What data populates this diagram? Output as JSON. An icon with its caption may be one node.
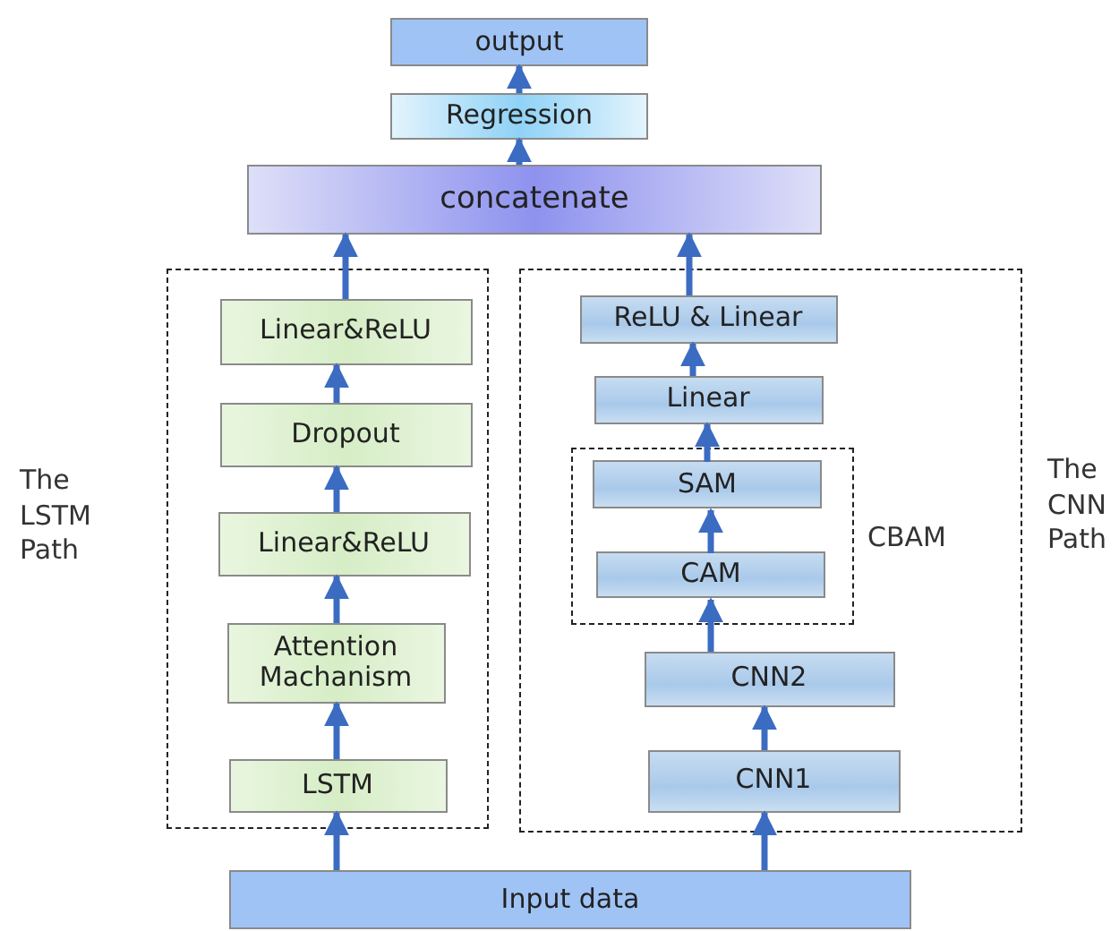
{
  "diagram": {
    "nodes": [
      {
        "text": [
          "output"
        ]
      },
      {
        "text": [
          "Regression"
        ]
      },
      {
        "text": [
          "concatenate"
        ]
      },
      {
        "text": [
          "The LSTM Path"
        ]
      },
      {
        "text": [
          "Linear&ReLU"
        ],
        "in": 3
      },
      {
        "text": [
          "Dropout"
        ],
        "in": 3
      },
      {
        "text": [
          "Linear&ReLU"
        ],
        "in": 3
      },
      {
        "text": [
          "Attention Machanism"
        ],
        "in": 3
      },
      {
        "text": [
          "LSTM"
        ],
        "in": 3
      },
      {
        "text": [
          "The CNN Path"
        ]
      },
      {
        "text": [
          "ReLU & Linear"
        ],
        "in": 9
      },
      {
        "text": [
          "Linear"
        ],
        "in": 9
      },
      {
        "text": [
          "CBAM"
        ],
        "in": 9
      },
      {
        "text": [
          "SAM"
        ],
        "in": 12
      },
      {
        "text": [
          "CAM"
        ],
        "in": 12
      },
      {
        "text": [
          "CNN2"
        ],
        "in": 9
      },
      {
        "text": [
          "CNN1"
        ],
        "in": 9
      },
      {
        "text": [
          "Input data"
        ]
      }
    ],
    "edges": [
      {
        "from": 17,
        "to": 8,
        "arrow": "to"
      },
      {
        "from": 8,
        "to": 7,
        "arrow": "to"
      },
      {
        "from": 7,
        "to": 6,
        "arrow": "to"
      },
      {
        "from": 6,
        "to": 5,
        "arrow": "to"
      },
      {
        "from": 5,
        "to": 4,
        "arrow": "to"
      },
      {
        "from": 4,
        "to": 2,
        "arrow": "to"
      },
      {
        "from": 17,
        "to": 16,
        "arrow": "to"
      },
      {
        "from": 16,
        "to": 15,
        "arrow": "to"
      },
      {
        "from": 15,
        "to": 14,
        "arrow": "to"
      },
      {
        "from": 14,
        "to": 13,
        "arrow": "to"
      },
      {
        "from": 13,
        "to": 11,
        "arrow": "to"
      },
      {
        "from": 11,
        "to": 10,
        "arrow": "to"
      },
      {
        "from": 10,
        "to": 2,
        "arrow": "to"
      },
      {
        "from": 2,
        "to": 1,
        "arrow": "to"
      },
      {
        "from": 1,
        "to": 0,
        "arrow": "to"
      }
    ]
  }
}
